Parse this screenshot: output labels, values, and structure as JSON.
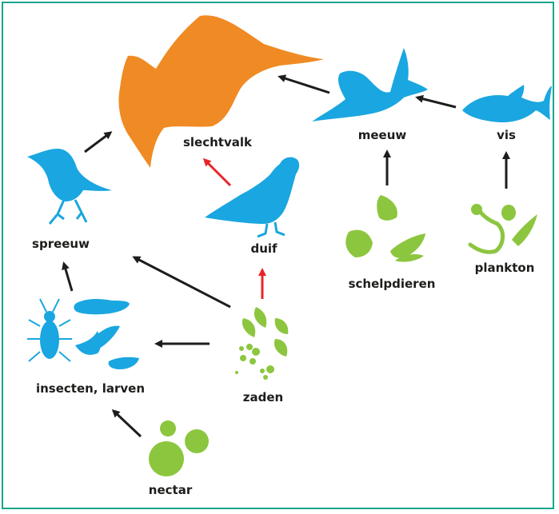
{
  "nodes": {
    "slechtvalk": "slechtvalk",
    "meeuw": "meeuw",
    "vis": "vis",
    "spreeuw": "spreeuw",
    "duif": "duif",
    "schelpdieren": "schelpdieren",
    "plankton": "plankton",
    "insecten_larven": "insecten, larven",
    "zaden": "zaden",
    "nectar": "nectar"
  },
  "colors": {
    "border": "#1aa58a",
    "predator": "#f08a24",
    "animal": "#1aa6e0",
    "plant": "#8cc63f",
    "arrow": "#1d1d1b",
    "arrow_highlight": "#e8242a"
  },
  "edges": [
    {
      "from": "spreeuw",
      "to": "slechtvalk",
      "color": "black"
    },
    {
      "from": "meeuw",
      "to": "slechtvalk",
      "color": "black"
    },
    {
      "from": "vis",
      "to": "meeuw",
      "color": "black"
    },
    {
      "from": "duif",
      "to": "slechtvalk",
      "color": "red"
    },
    {
      "from": "schelpdieren",
      "to": "meeuw",
      "color": "black"
    },
    {
      "from": "plankton",
      "to": "vis",
      "color": "black"
    },
    {
      "from": "insecten, larven",
      "to": "spreeuw",
      "color": "black"
    },
    {
      "from": "zaden",
      "to": "spreeuw",
      "color": "black"
    },
    {
      "from": "zaden",
      "to": "duif",
      "color": "red"
    },
    {
      "from": "zaden",
      "to": "insecten, larven",
      "color": "black"
    },
    {
      "from": "nectar",
      "to": "insecten, larven",
      "color": "black"
    }
  ]
}
